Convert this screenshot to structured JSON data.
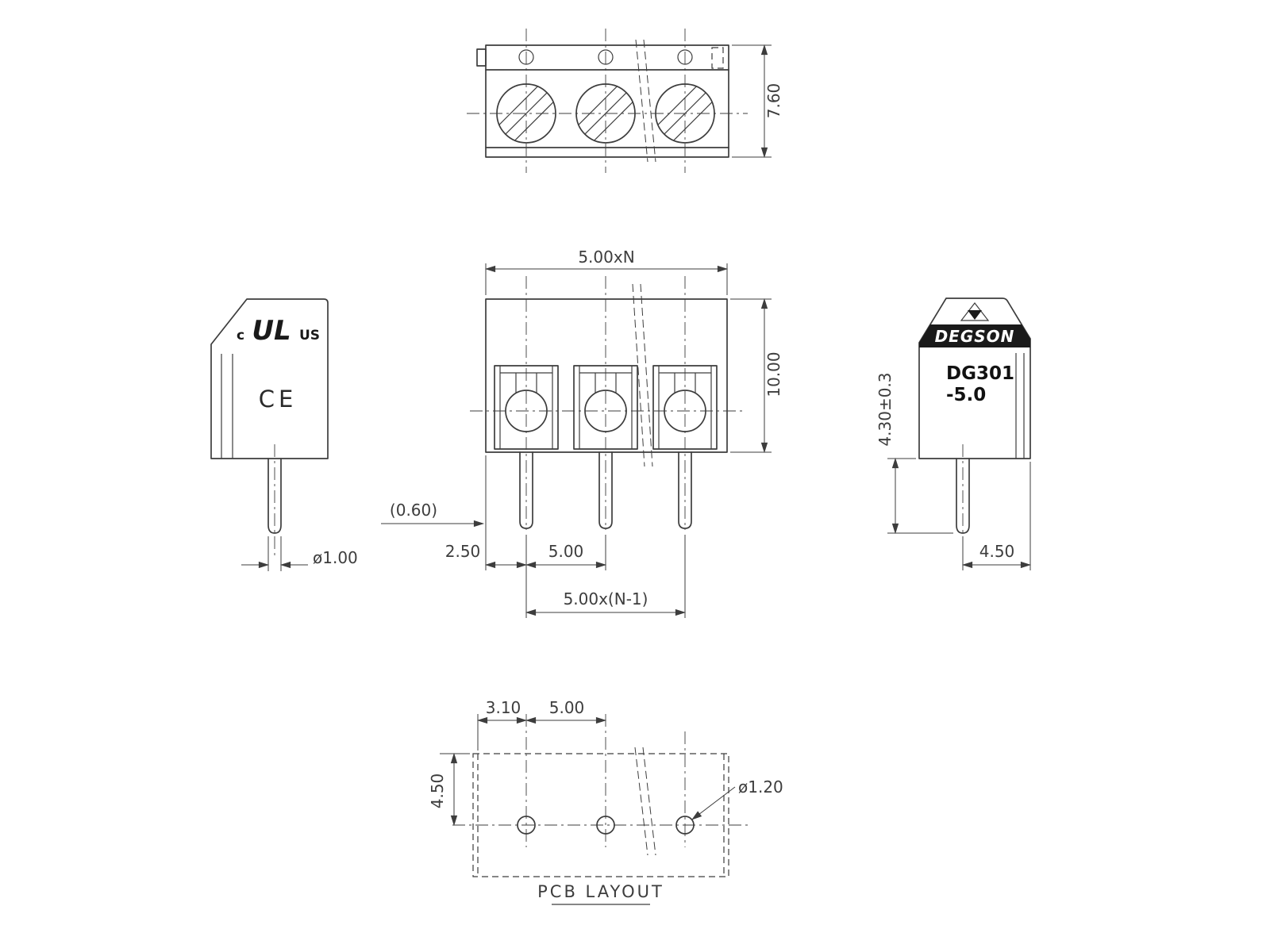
{
  "drawing": {
    "top_view": {
      "dim_height": "7.60"
    },
    "front_view": {
      "dim_total_width": "5.00xN",
      "dim_height": "10.00",
      "dim_wall_thickness": "(0.60)",
      "dim_edge_to_pin": "2.50",
      "dim_pitch": "5.00",
      "dim_pin_span": "5.00x(N-1)"
    },
    "left_view": {
      "ul_c": "c",
      "ul_mark": "UL",
      "ul_us": "US",
      "ce_mark": "CE",
      "dim_pin_diameter": "ø1.00"
    },
    "right_view": {
      "brand": "DEGSON",
      "model": "DG301",
      "model_suffix": "-5.0",
      "dim_pin_length": "4.30±0.3",
      "dim_depth": "4.50"
    },
    "pcb_layout": {
      "title": "PCB LAYOUT",
      "dim_edge_to_hole": "3.10",
      "dim_hole_pitch": "5.00",
      "dim_vertical": "4.50",
      "dim_hole_diameter": "ø1.20"
    }
  }
}
